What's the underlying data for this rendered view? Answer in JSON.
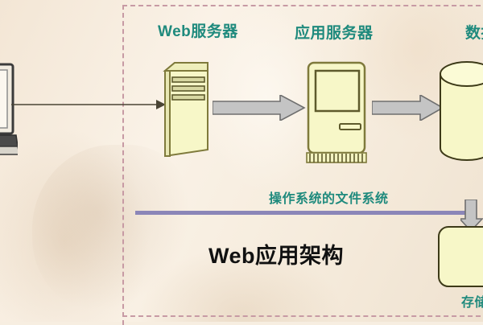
{
  "diagram": {
    "title": "Web应用架构",
    "boundary_style": "dashed",
    "boundary_color": "#c79aa4",
    "background_color": "#f7eee1",
    "accent_color": "#1f8a7d",
    "node_fill": "#ffffcc",
    "node_stroke": "#7f7a3c",
    "arrow_fill": "#c0c0c0",
    "os_line_color": "#8b86b8"
  },
  "nodes": [
    {
      "id": "client",
      "label": "",
      "icon": "laptop-icon",
      "clipped": "left"
    },
    {
      "id": "web-server",
      "label": "Web服务器",
      "icon": "tower-server-icon"
    },
    {
      "id": "app-server",
      "label": "应用服务器",
      "icon": "desktop-computer-icon"
    },
    {
      "id": "db-server",
      "label": "数据",
      "icon": "database-cylinder-icon",
      "clipped": "right"
    },
    {
      "id": "storage",
      "label": "存储",
      "icon": "rounded-box-icon",
      "clipped": "right"
    }
  ],
  "connectors": [
    {
      "id": "client-to-web",
      "style": "thin-arrow",
      "from": "client",
      "to": "web-server"
    },
    {
      "id": "web-to-app",
      "style": "block-arrow",
      "from": "web-server",
      "to": "app-server"
    },
    {
      "id": "app-to-db",
      "style": "block-arrow",
      "from": "app-server",
      "to": "db-server"
    },
    {
      "id": "os-filesystem",
      "style": "thick-line",
      "label": "操作系统的文件系统"
    },
    {
      "id": "db-to-storage",
      "style": "block-arrow-down",
      "from": "os-filesystem",
      "to": "storage"
    }
  ],
  "labels": {
    "web_server": "Web服务器",
    "app_server": "应用服务器",
    "db_server": "数据",
    "os_filesystem": "操作系统的文件系统",
    "storage": "存储",
    "title": "Web应用架构"
  }
}
